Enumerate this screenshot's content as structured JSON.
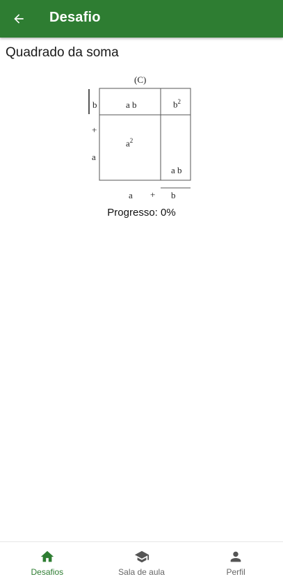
{
  "appbar": {
    "title": "Desafio",
    "back_icon": "arrow-left-icon",
    "color": "#2e7d32"
  },
  "page": {
    "title": "Quadrado da soma"
  },
  "figure": {
    "caption": "(C)",
    "cell_top_left": "a b",
    "cell_top_right_base": "b",
    "cell_top_right_exp": "2",
    "cell_big_base": "a",
    "cell_big_exp": "2",
    "cell_bottom_right": "a b",
    "left_b": "b",
    "left_plus": "+",
    "left_a": "a",
    "bottom_a": "a",
    "bottom_plus": "+",
    "bottom_b": "b"
  },
  "progress": {
    "text": "Progresso: 0%"
  },
  "bottom_nav": {
    "items": [
      {
        "label": "Desafios",
        "icon": "home-icon",
        "active": true
      },
      {
        "label": "Sala de aula",
        "icon": "graduation-cap-icon",
        "active": false
      },
      {
        "label": "Perfil",
        "icon": "person-icon",
        "active": false
      }
    ],
    "active_color": "#2e7d32",
    "inactive_color": "#666666"
  }
}
